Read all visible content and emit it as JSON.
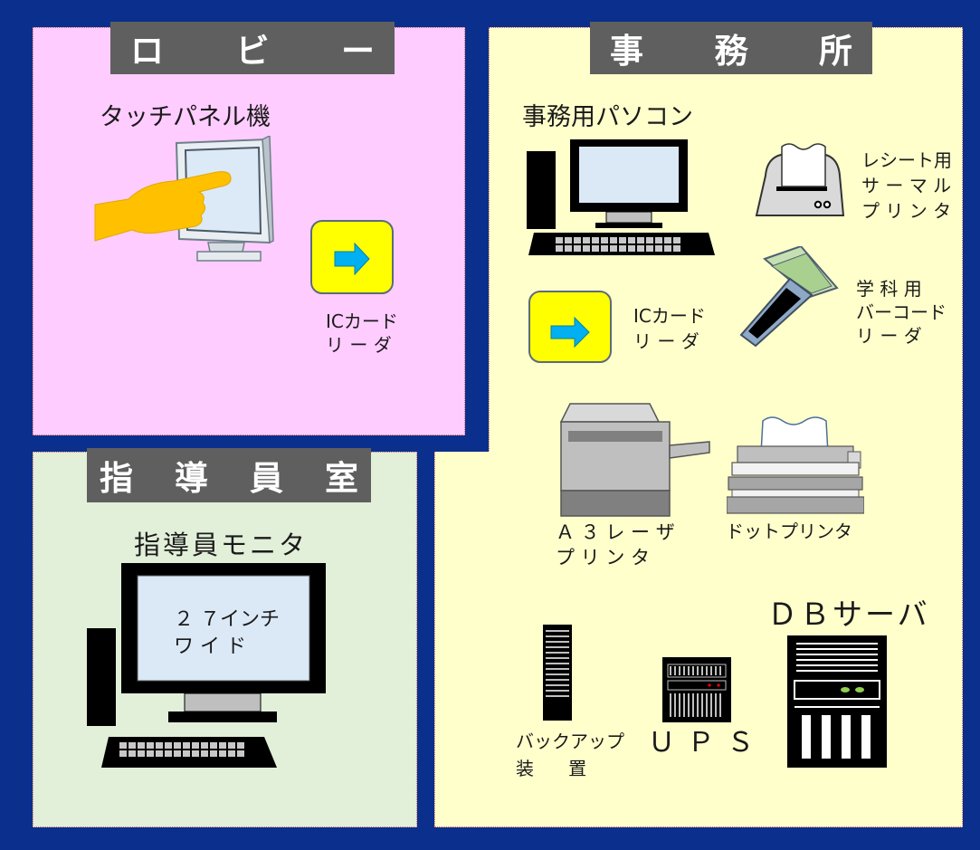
{
  "rooms": {
    "lobby": {
      "title": [
        "ロ",
        "ビ",
        "ー"
      ]
    },
    "office": {
      "title": [
        "事",
        "務",
        "所"
      ]
    },
    "staff": {
      "title": [
        "指",
        "導",
        "員",
        "室"
      ]
    }
  },
  "devices": {
    "touch_panel": "タッチパネル機",
    "lobby_ic_reader": {
      "line1": "ICカード",
      "line2": "リ ー ダ"
    },
    "office_pc": "事務用パソコン",
    "receipt_printer": {
      "line1": "レシート用",
      "line2": "サ ー マ ル",
      "line3": "プ リ ン タ"
    },
    "office_ic_reader": {
      "line1": "ICカード",
      "line2": "リ ー ダ"
    },
    "barcode_reader": {
      "line1": "学 科 用",
      "line2": "バーコード",
      "line3": "リ ー ダ"
    },
    "a3_laser": {
      "line1": "Ａ ３ レ ー ザ",
      "line2": "プ リ ン タ"
    },
    "dot_printer": "ドットプリンタ",
    "db_server": "ＤＢサーバ",
    "backup": {
      "line1": "バックアップ",
      "line2": "装      置"
    },
    "ups": "Ｕ Ｐ Ｓ",
    "staff_monitor": {
      "label": "指導員モニタ",
      "screen_line1": "２ ７インチ",
      "screen_line2": "ワ イ ド"
    }
  }
}
